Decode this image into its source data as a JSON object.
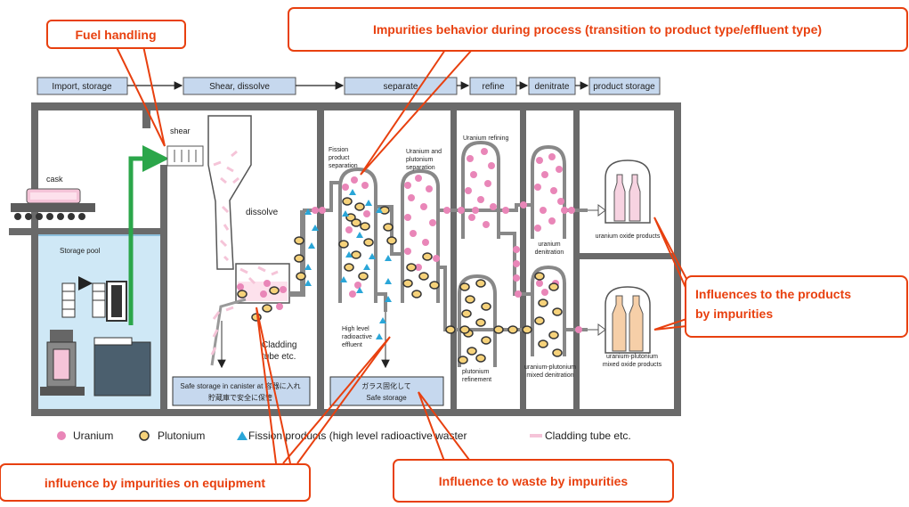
{
  "callouts": {
    "fuel_handling": "Fuel handling",
    "impurities_behavior": "Impurities behavior during process (transition to product type/effluent type)",
    "influences_products_line1": "Influences to the products",
    "influences_products_line2": "by impurities",
    "equipment": "influence by impurities on equipment",
    "waste": "Influence to waste by impurities"
  },
  "process_steps": [
    "Import, storage",
    "Shear, dissolve",
    "separate",
    "refine",
    "denitrate",
    "product storage"
  ],
  "labels": {
    "cask": "cask",
    "storage_pool": "Storage pool",
    "shear": "shear",
    "dissolve": "dissolve",
    "cladding_line1": "Cladding",
    "cladding_line2": "tube etc.",
    "fp_sep_line1": "Fission",
    "fp_sep_line2": "product",
    "fp_sep_line3": "separation",
    "u_pu_sep_line1": "Uranium and",
    "u_pu_sep_line2": "plutonium",
    "u_pu_sep_line3": "separation",
    "u_refining": "Uranium refining",
    "u_denit_line1": "uranium",
    "u_denit_line2": "denitration",
    "u_oxide": "uranium oxide products",
    "hl_line1": "High level",
    "hl_line2": "radioactive",
    "hl_line3": "effluent",
    "pu_ref_line1": "plutonium",
    "pu_ref_line2": "refinement",
    "upu_denit_line1": "uranium-plutonium",
    "upu_denit_line2": "mixed denitration",
    "mox_line1": "uranium-plutonium",
    "mox_line2": "mixed oxide products",
    "safe_canister_line1": "Safe storage in canister at 容器に入れ",
    "safe_canister_line2": "貯蔵庫で安全に保管",
    "glass_line1": "ガラス固化して",
    "glass_line2": "Safe storage"
  },
  "legend": {
    "uranium": "Uranium",
    "plutonium": "Plutonium",
    "fission": "Fission products (high level radioactive waster",
    "cladding": "Cladding tube etc."
  },
  "colors": {
    "uranium": "#e986b8",
    "plutonium": "#f6d27a",
    "fission": "#2aa6d8",
    "cladding": "#f5c4d8",
    "callout": "#e8400f",
    "wall": "#6a6a6a",
    "step_fill": "#c6d8ee",
    "pool": "#cfe8f6"
  }
}
